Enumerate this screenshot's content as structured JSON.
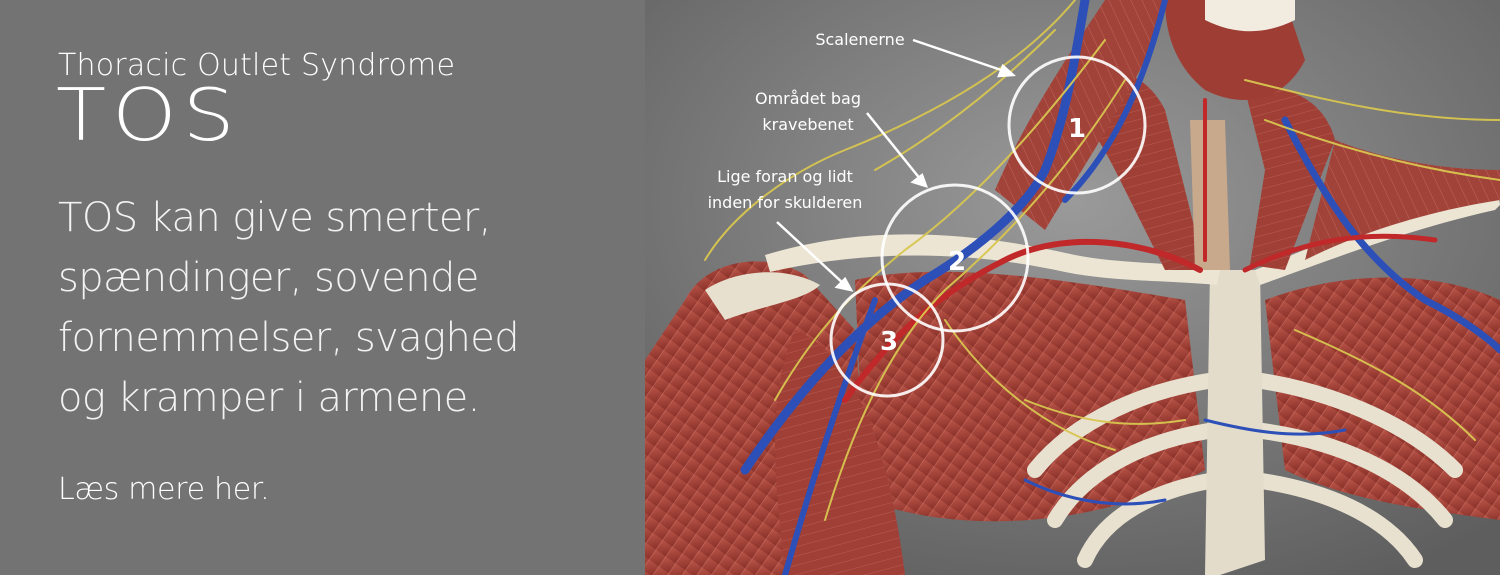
{
  "banner": {
    "subtitle": "Thoracic Outlet Syndrome",
    "title": "TOS",
    "body_lines": [
      "TOS kan give smerter,",
      "spændinger, sovende",
      "fornemmelser, svaghed",
      "og kramper i armene."
    ],
    "read_more": "Læs mere her."
  },
  "anatomy": {
    "callouts": [
      {
        "label": "Scalenerne",
        "number": "1"
      },
      {
        "label_line1": "Området bag",
        "label_line2": "kravebenet",
        "number": "2"
      },
      {
        "label_line1": "Lige foran og lidt",
        "label_line2": "inden for skulderen",
        "number": "3"
      }
    ]
  },
  "colors": {
    "panel": "#737373",
    "muscle": "#a8453c",
    "bone": "#e9e2d2",
    "vein": "#2d4fb8",
    "nerve": "#d8c650",
    "artery": "#c0282a",
    "text": "#ffffff"
  }
}
